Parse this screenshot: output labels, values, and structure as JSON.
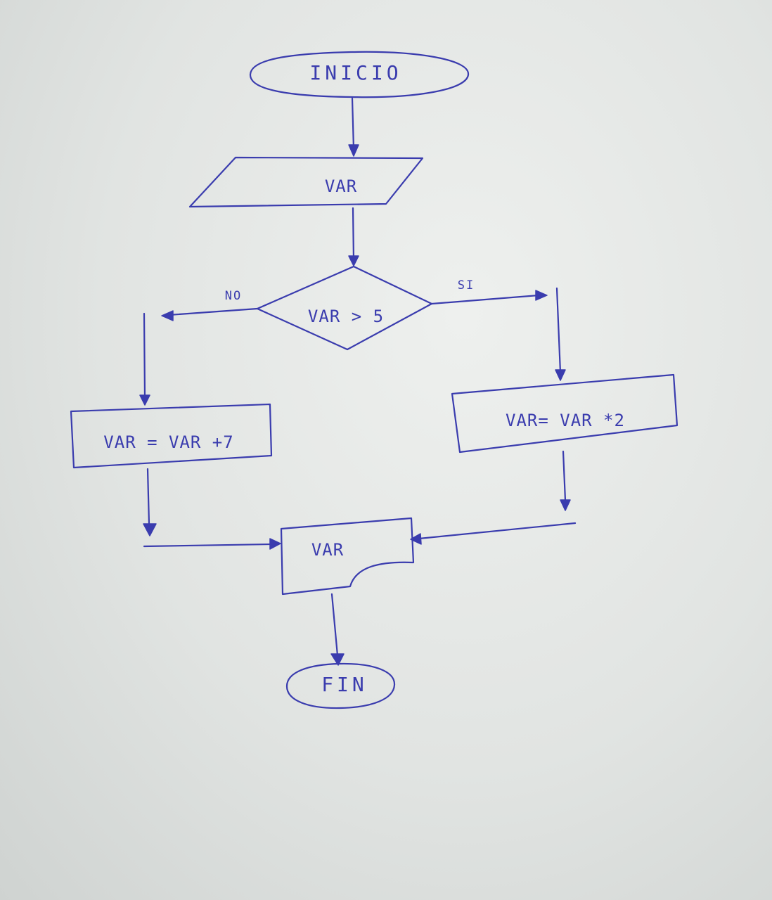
{
  "diagram": {
    "start": {
      "label": "INICIO"
    },
    "input": {
      "label": "VAR"
    },
    "decision": {
      "label": "VAR > 5"
    },
    "branch_no": {
      "label": "NO"
    },
    "branch_yes": {
      "label": "SI"
    },
    "process_no": {
      "label": "VAR = VAR +7"
    },
    "process_yes": {
      "label": "VAR= VAR *2"
    },
    "output": {
      "label": "VAR"
    },
    "end": {
      "label": "FIN"
    }
  },
  "colors": {
    "ink": "#3a3cae",
    "paper": "#e4e7e5"
  }
}
